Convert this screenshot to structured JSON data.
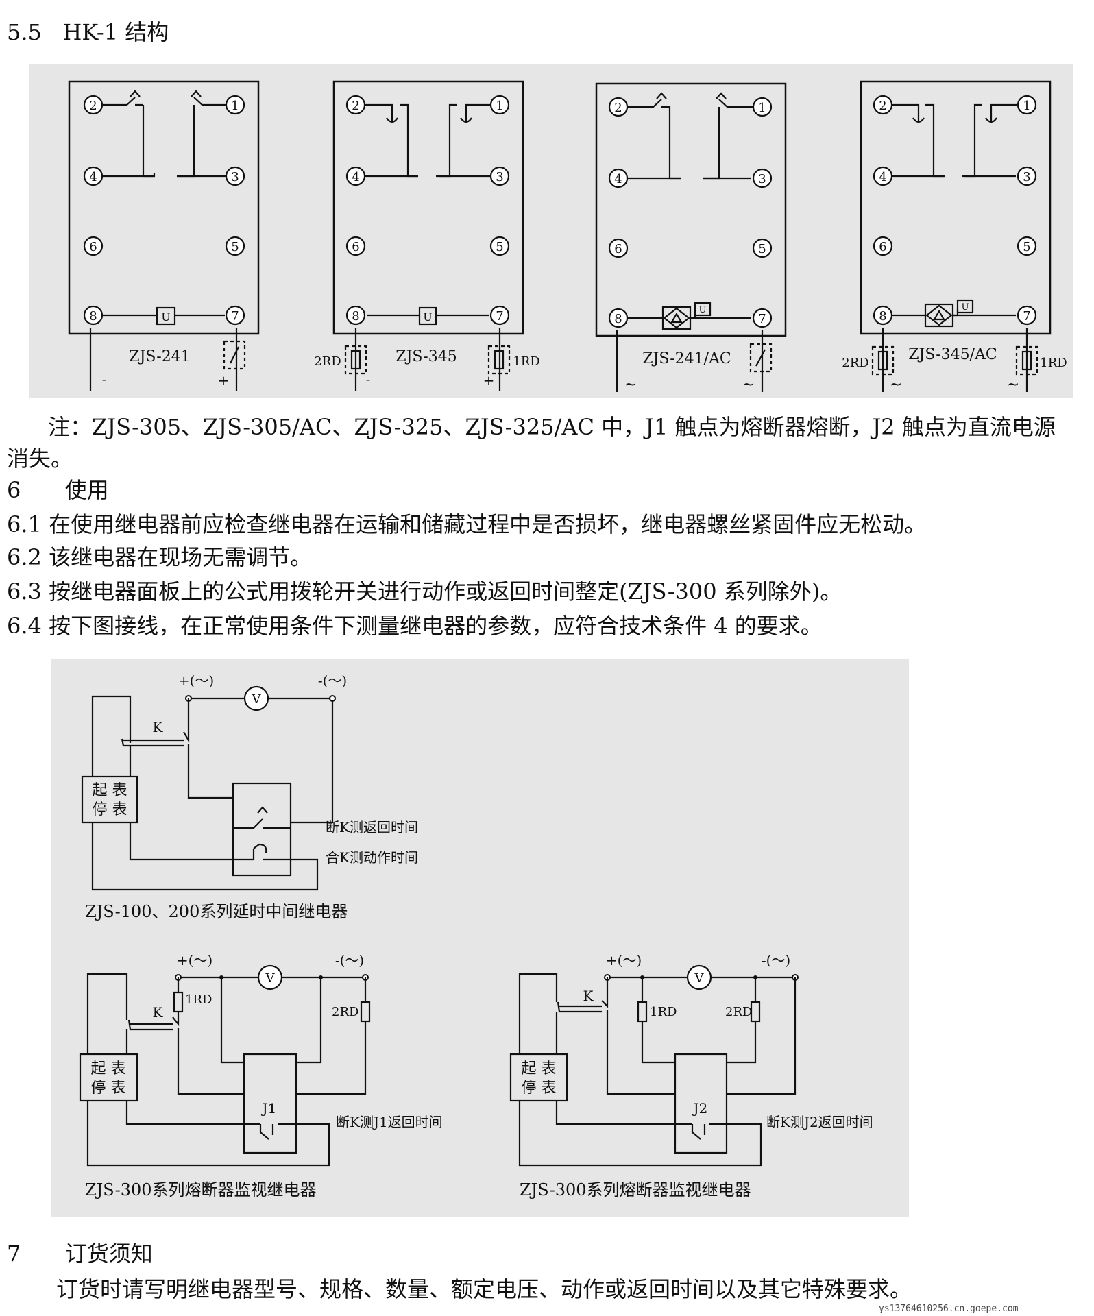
{
  "section_5_5": {
    "number": "5.5",
    "title": "HK-1 结构"
  },
  "structure_diagrams": [
    {
      "model": "ZJS-241",
      "terminals": [
        "2",
        "1",
        "4",
        "3",
        "6",
        "5",
        "8",
        "7"
      ],
      "coil": "U",
      "polarity_left": "-",
      "polarity_right": "+"
    },
    {
      "model": "ZJS-345",
      "terminals": [
        "2",
        "1",
        "4",
        "3",
        "6",
        "5",
        "8",
        "7"
      ],
      "coil": "U",
      "fuse_left": "2RD",
      "fuse_right": "1RD",
      "polarity_left": "-",
      "polarity_right": "+"
    },
    {
      "model": "ZJS-241/AC",
      "terminals": [
        "2",
        "1",
        "4",
        "3",
        "6",
        "5",
        "8",
        "7"
      ],
      "coil": "U",
      "polarity_left": "~",
      "polarity_right": "~"
    },
    {
      "model": "ZJS-345/AC",
      "terminals": [
        "2",
        "1",
        "4",
        "3",
        "6",
        "5",
        "8",
        "7"
      ],
      "coil": "U",
      "fuse_left": "2RD",
      "fuse_right": "1RD",
      "polarity_left": "~",
      "polarity_right": "~"
    }
  ],
  "note": {
    "line1": "注：ZJS-305、ZJS-305/AC、ZJS-325、ZJS-325/AC 中，J1 触点为熔断器熔断，J2 触点为直流电源",
    "line2": "消失。"
  },
  "section_6": {
    "number": "6",
    "title": "使用",
    "items": [
      {
        "number": "6.1",
        "text": "在使用继电器前应检查继电器在运输和储藏过程中是否损坏，继电器螺丝紧固件应无松动。"
      },
      {
        "number": "6.2",
        "text": "该继电器在现场无需调节。"
      },
      {
        "number": "6.3",
        "text": "按继电器面板上的公式用拨轮开关进行动作或返回时间整定(ZJS-300 系列除外)。"
      },
      {
        "number": "6.4",
        "text": "按下图接线，在正常使用条件下测量继电器的参数，应符合技术条件 4 的要求。"
      }
    ]
  },
  "test_diagrams": {
    "top": {
      "plus": "+(～)",
      "minus": "-(～)",
      "voltmeter": "V",
      "switch": "K",
      "timer_line1": "起 表",
      "timer_line2": "停 表",
      "label_return": "断K测返回时间",
      "label_action": "合K测动作时间",
      "caption": "ZJS-100、200系列延时中间继电器"
    },
    "bottom_left": {
      "plus": "+(～)",
      "minus": "-(～)",
      "voltmeter": "V",
      "switch": "K",
      "fuse1": "1RD",
      "fuse2": "2RD",
      "contact": "J1",
      "timer_line1": "起 表",
      "timer_line2": "停 表",
      "label": "断K测J1返回时间",
      "caption": "ZJS-300系列熔断器监视继电器"
    },
    "bottom_right": {
      "plus": "+(～)",
      "minus": "-(～)",
      "voltmeter": "V",
      "switch": "K",
      "fuse1": "1RD",
      "fuse2": "2RD",
      "contact": "J2",
      "timer_line1": "起 表",
      "timer_line2": "停 表",
      "label": "断K测J2返回时间",
      "caption": "ZJS-300系列熔断器监视继电器"
    }
  },
  "section_7": {
    "number": "7",
    "title": "订货须知",
    "text": "订货时请写明继电器型号、规格、数量、额定电压、动作或返回时间以及其它特殊要求。"
  },
  "footer": {
    "watermark": "ys13764610256.cn.goepe.com"
  }
}
